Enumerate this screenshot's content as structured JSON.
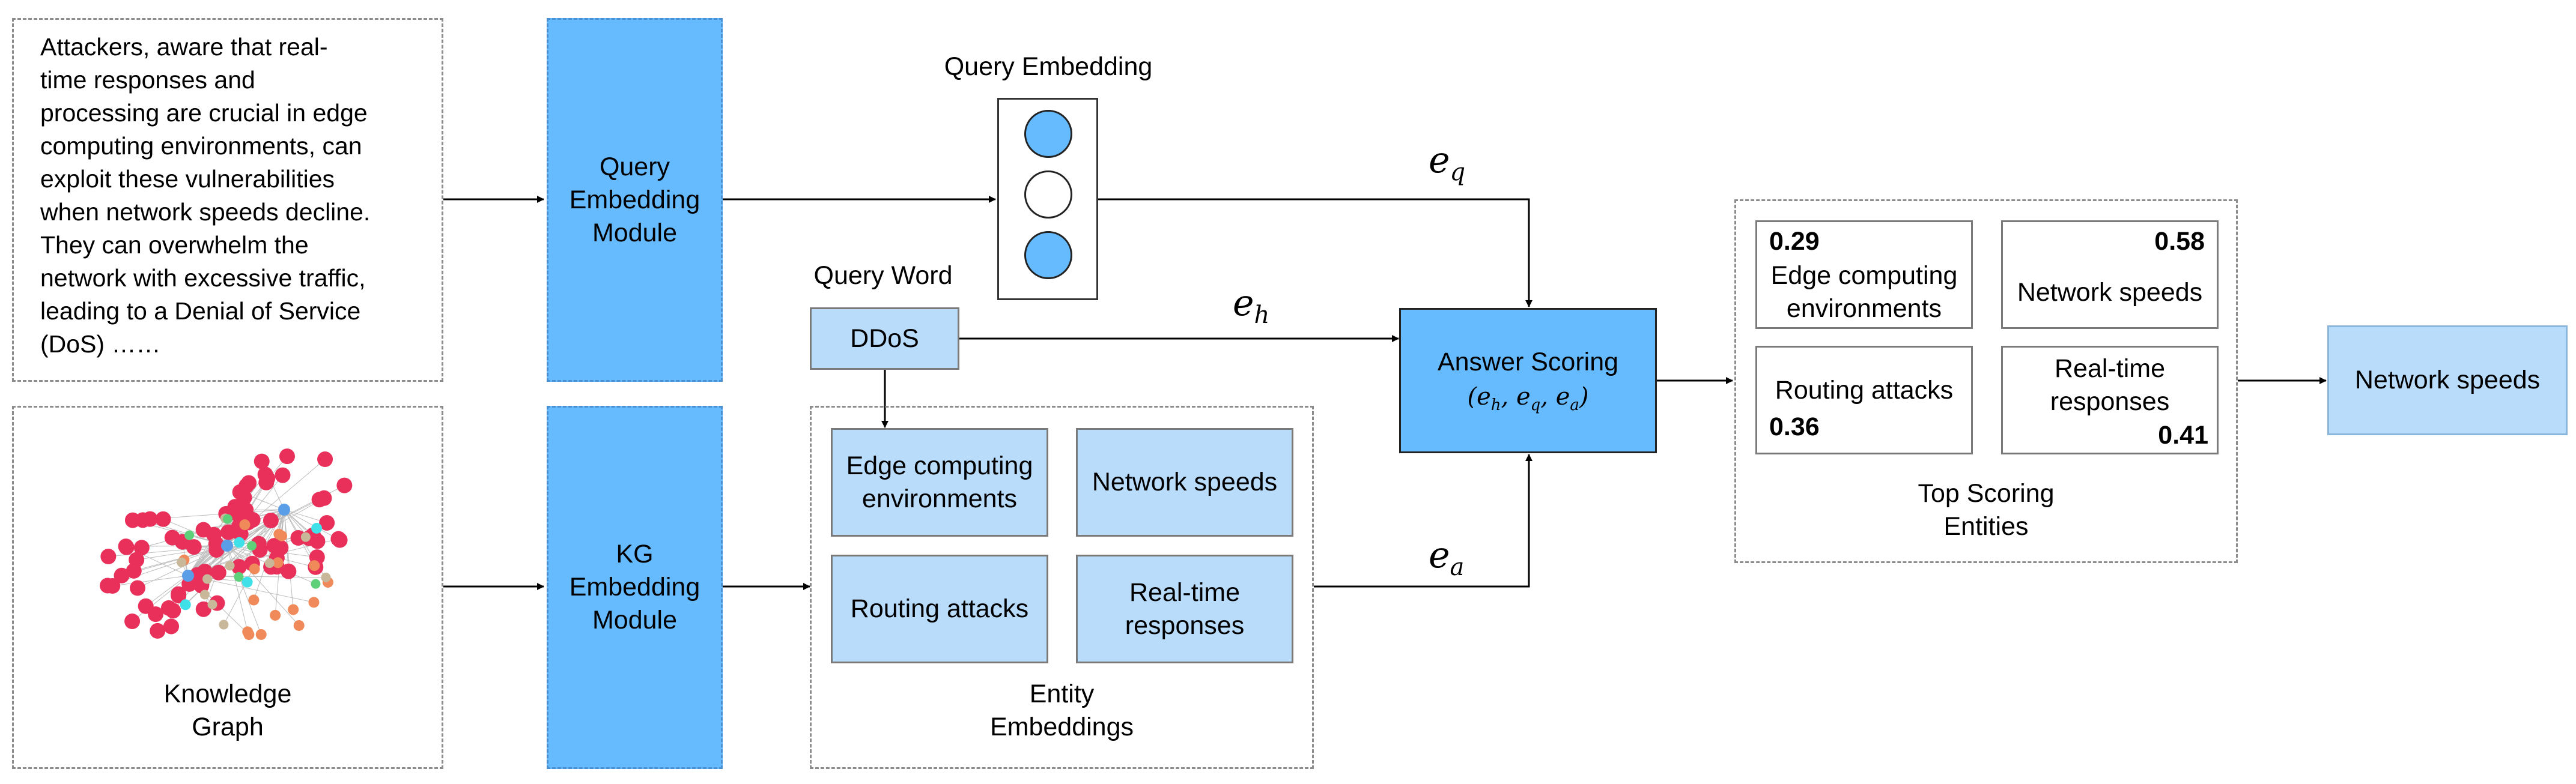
{
  "input_text": {
    "lines": [
      "Attackers, aware that real-",
      "time responses and",
      "processing are crucial in edge",
      "computing environments, can",
      "exploit these vulnerabilities",
      "when network speeds decline.",
      "They can overwhelm the",
      "network with excessive traffic,",
      "leading to a Denial of Service",
      "(DoS) ……"
    ]
  },
  "knowledge_graph": {
    "caption_line1": "Knowledge",
    "caption_line2": "Graph"
  },
  "query_module": {
    "line1": "Query",
    "line2": "Embedding",
    "line3": "Module"
  },
  "kg_module": {
    "line1": "KG",
    "line2": "Embedding",
    "line3": "Module"
  },
  "query_embedding": {
    "title": "Query Embedding"
  },
  "query_word": {
    "title": "Query Word",
    "value": "DDoS"
  },
  "symbols": {
    "e_q": "e_q",
    "e_h": "e_h",
    "e_a": "e_a"
  },
  "answer_scoring": {
    "title": "Answer Scoring",
    "args": "(e_h, e_q, e_a)"
  },
  "entity_embeddings": {
    "items": [
      {
        "line1": "Edge computing",
        "line2": "environments"
      },
      {
        "line1": "Network speeds",
        "line2": ""
      },
      {
        "line1": "Routing attacks",
        "line2": ""
      },
      {
        "line1": "Real-time",
        "line2": "responses"
      }
    ],
    "caption_line1": "Entity",
    "caption_line2": "Embeddings"
  },
  "top_scoring": {
    "items": [
      {
        "score": "0.29",
        "line1": "Edge computing",
        "line2": "environments"
      },
      {
        "score": "0.58",
        "line1": "Network speeds",
        "line2": ""
      },
      {
        "score": "0.36",
        "line1": "Routing attacks",
        "line2": ""
      },
      {
        "score": "0.41",
        "line1": "Real-time",
        "line2": "responses"
      }
    ],
    "caption_line1": "Top Scoring",
    "caption_line2": "Entities"
  },
  "result": {
    "label": "Network speeds"
  },
  "colors": {
    "module_blue": "#66bbff",
    "entity_light_blue": "#b9dcfa",
    "kg_node_red": "#e8305a",
    "kg_node_orange": "#f08a5a",
    "kg_node_tan": "#c9b79a",
    "kg_node_green": "#5fd07a",
    "kg_node_cyan": "#40e0e8",
    "kg_node_blue": "#5b9ee8"
  }
}
